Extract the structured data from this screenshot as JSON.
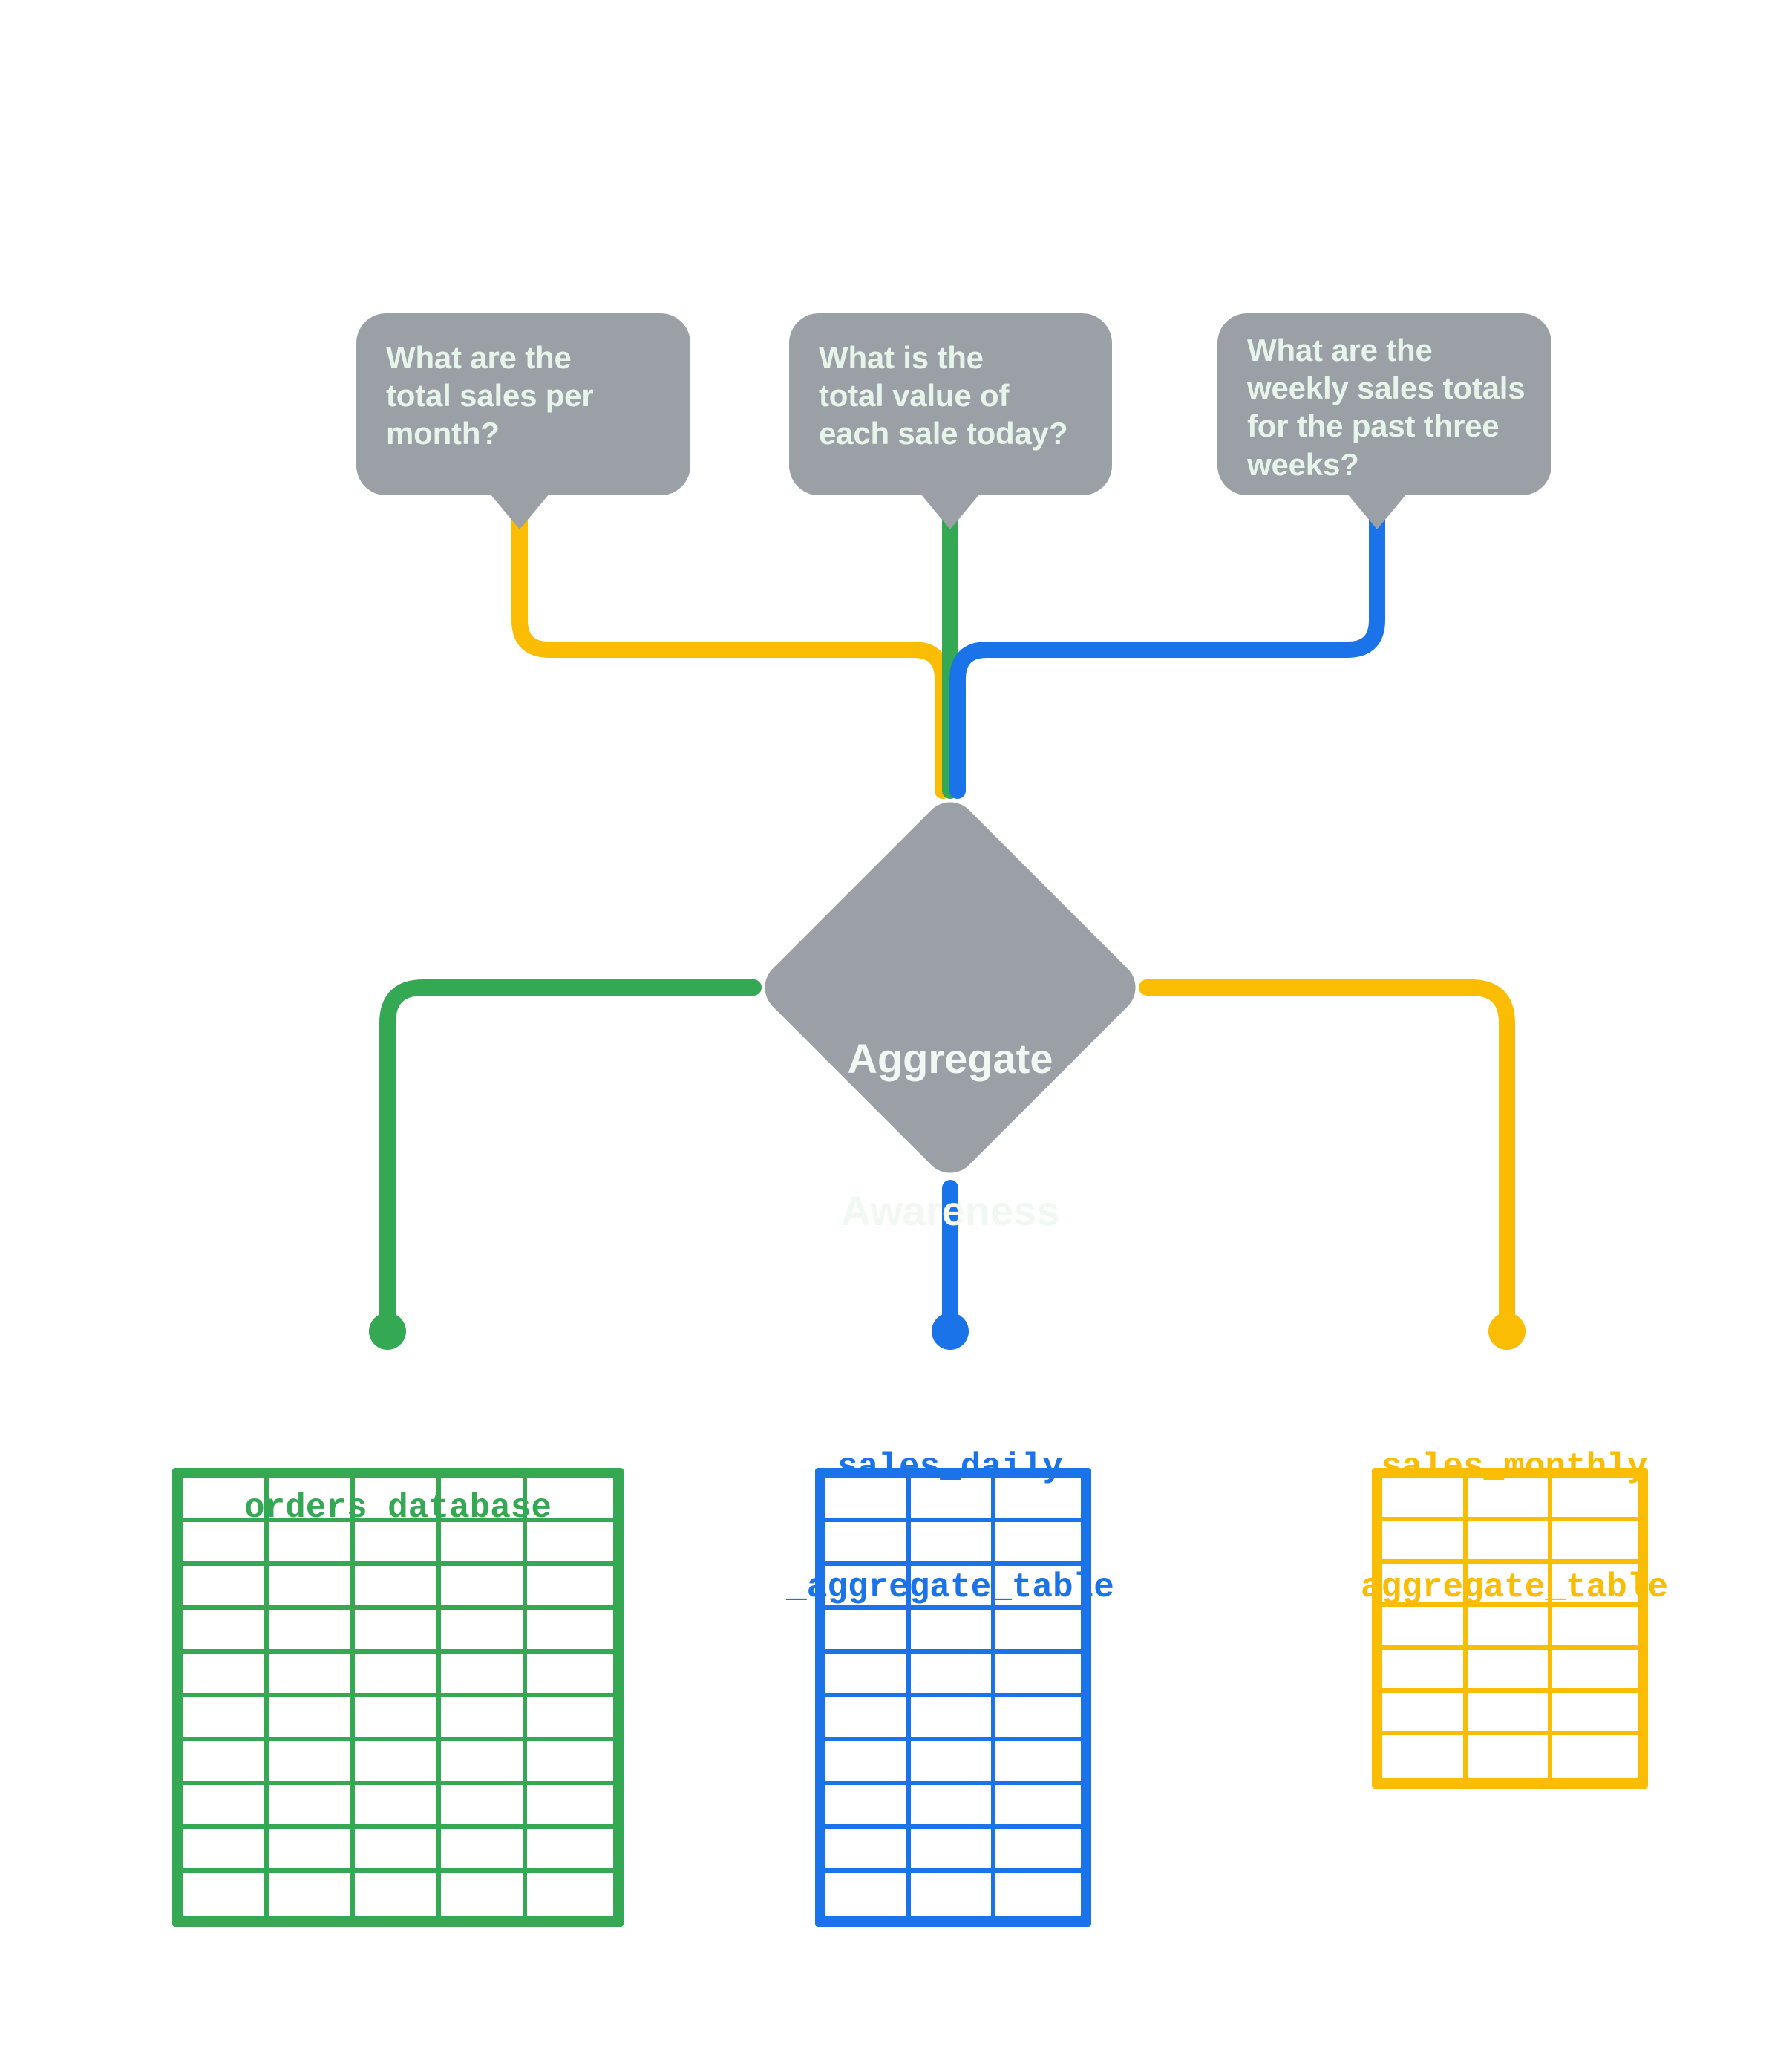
{
  "colors": {
    "green": "#34a853",
    "blue": "#1a73e8",
    "yellow": "#fbbc04",
    "gray": "#9aa0a6",
    "bubble_text": "#e6f4ea",
    "diamond_text": "#f1f8f4",
    "background": "#ffffff"
  },
  "questions": [
    {
      "id": "monthly",
      "accent": "#fbbc04",
      "lines": [
        "What are the",
        "total sales per",
        "month?"
      ],
      "text": "What are the total sales per month?"
    },
    {
      "id": "daily",
      "accent": "#34a853",
      "lines": [
        "What is the",
        "total value of",
        "each sale today?"
      ],
      "text": "What is the total value of each sale today?"
    },
    {
      "id": "weekly",
      "accent": "#1a73e8",
      "lines": [
        "What are the",
        "weekly sales totals",
        "for the past three",
        "weeks?"
      ],
      "text": "What are the weekly sales totals for the past three weeks?"
    }
  ],
  "center_node": {
    "label_lines": [
      "Aggregate",
      "Awareness"
    ],
    "label": "Aggregate Awareness",
    "shape": "diamond"
  },
  "sources": [
    {
      "id": "orders",
      "accent": "#34a853",
      "label_lines": [
        "orders_database"
      ],
      "label": "orders_database",
      "columns": 5,
      "rows": 10
    },
    {
      "id": "sales_daily",
      "accent": "#1a73e8",
      "label_lines": [
        "sales_daily",
        "_aggregate_table"
      ],
      "label": "sales_daily_aggregate_table",
      "columns": 3,
      "rows": 10
    },
    {
      "id": "sales_monthly",
      "accent": "#fbbc04",
      "label_lines": [
        "sales_monthly",
        "aggregate_table"
      ],
      "label": "sales_monthly_aggregate_table",
      "columns": 3,
      "rows": 7
    }
  ]
}
